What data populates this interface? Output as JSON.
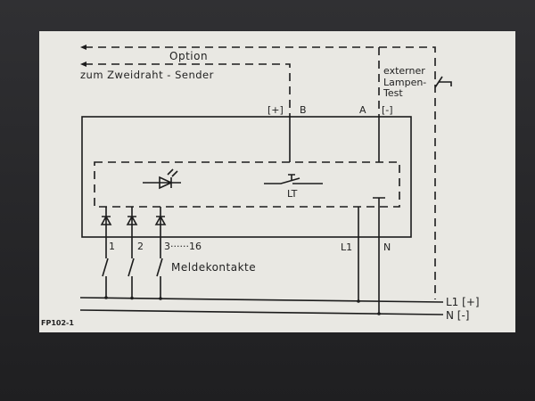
{
  "diagram": {
    "option_label": "Option",
    "sender_label": "zum  Zweidraht - Sender",
    "external_test": [
      "externer",
      "Lampen-",
      "Test"
    ],
    "terminal_plus": "[+]",
    "terminal_b": "B",
    "terminal_a": "A",
    "terminal_minus": "[-]",
    "lamp_test_label": "LT",
    "contact_numbers": [
      "1",
      "2",
      "3······16"
    ],
    "contacts_label": "Meldekontakte",
    "terminal_l1": "L1",
    "terminal_n": "N",
    "bus_l1": "L1 [+]",
    "bus_n": "N  [-]",
    "figure_id": "FP102-1"
  }
}
